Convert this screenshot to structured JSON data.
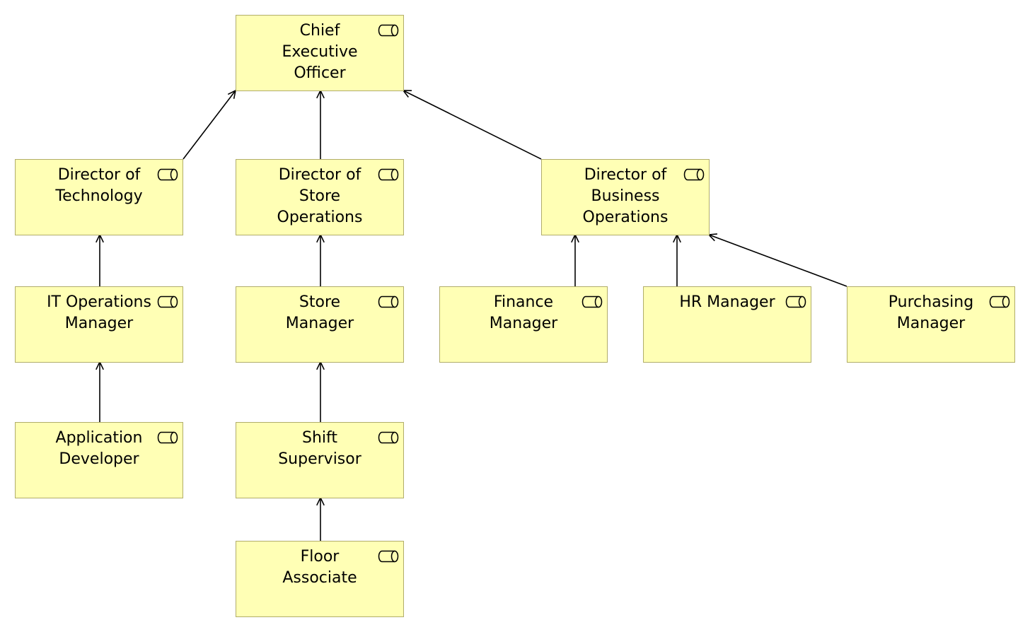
{
  "diagram": {
    "nodes": [
      {
        "id": "ceo",
        "label": "Chief\nExecutive\nOfficer",
        "icon": "role-icon"
      },
      {
        "id": "dir-tech",
        "label": "Director of\nTechnology",
        "icon": "role-icon"
      },
      {
        "id": "dir-store",
        "label": "Director of\nStore\nOperations",
        "icon": "role-icon"
      },
      {
        "id": "dir-biz",
        "label": "Director of\nBusiness\nOperations",
        "icon": "role-icon"
      },
      {
        "id": "it-ops",
        "label": "IT Operations\nManager",
        "icon": "role-icon"
      },
      {
        "id": "store-mgr",
        "label": "Store\nManager",
        "icon": "role-icon"
      },
      {
        "id": "finance",
        "label": "Finance\nManager",
        "icon": "role-icon"
      },
      {
        "id": "hr",
        "label": "HR Manager",
        "icon": "role-icon"
      },
      {
        "id": "purchasing",
        "label": "Purchasing\nManager",
        "icon": "role-icon"
      },
      {
        "id": "app-dev",
        "label": "Application\nDeveloper",
        "icon": "role-icon"
      },
      {
        "id": "shift-sup",
        "label": "Shift\nSupervisor",
        "icon": "role-icon"
      },
      {
        "id": "floor",
        "label": "Floor\nAssociate",
        "icon": "role-icon"
      }
    ],
    "edges": [
      {
        "from": "dir-tech",
        "to": "ceo"
      },
      {
        "from": "dir-store",
        "to": "ceo"
      },
      {
        "from": "dir-biz",
        "to": "ceo"
      },
      {
        "from": "it-ops",
        "to": "dir-tech"
      },
      {
        "from": "app-dev",
        "to": "it-ops"
      },
      {
        "from": "store-mgr",
        "to": "dir-store"
      },
      {
        "from": "shift-sup",
        "to": "store-mgr"
      },
      {
        "from": "floor",
        "to": "shift-sup"
      },
      {
        "from": "finance",
        "to": "dir-biz"
      },
      {
        "from": "hr",
        "to": "dir-biz"
      },
      {
        "from": "purchasing",
        "to": "dir-biz"
      }
    ],
    "colors": {
      "node_fill": "#ffffb5",
      "node_border": "#b1ad6a",
      "edge": "#000000"
    }
  }
}
